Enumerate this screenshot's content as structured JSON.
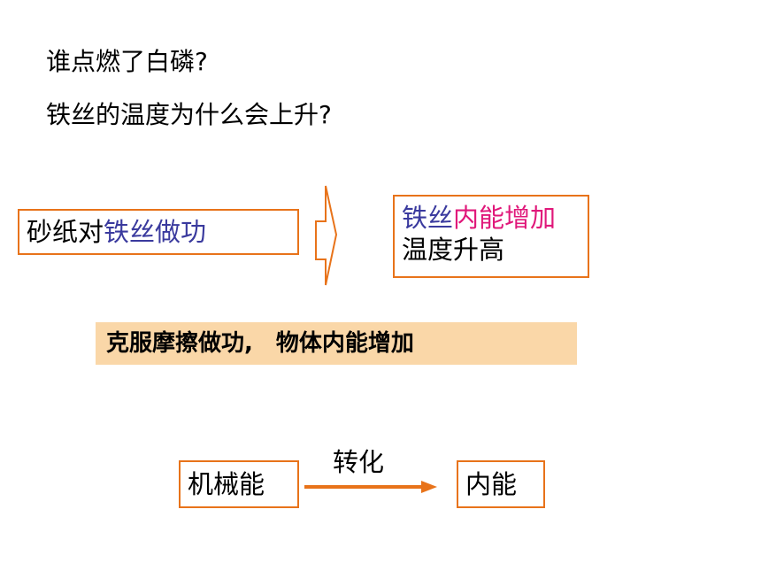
{
  "questions": {
    "q1": "谁点燃了白磷?",
    "q2": "铁丝的温度为什么会上升?"
  },
  "left_box": {
    "part1": "砂纸对",
    "part2": "铁丝做功"
  },
  "right_box": {
    "line1_part1": "铁丝",
    "line1_part2": "内能增加",
    "line2": "温度升高"
  },
  "conclusion": {
    "part1": "克服摩擦做功,",
    "part2": "物体内能增加"
  },
  "conversion": {
    "from": "机械能",
    "label": "转化",
    "to": "内能"
  },
  "colors": {
    "accent_orange": "#e8731a",
    "highlight_band": "#fad7a8",
    "blue_text": "#3a3a9e",
    "pink_text": "#e0187a"
  }
}
